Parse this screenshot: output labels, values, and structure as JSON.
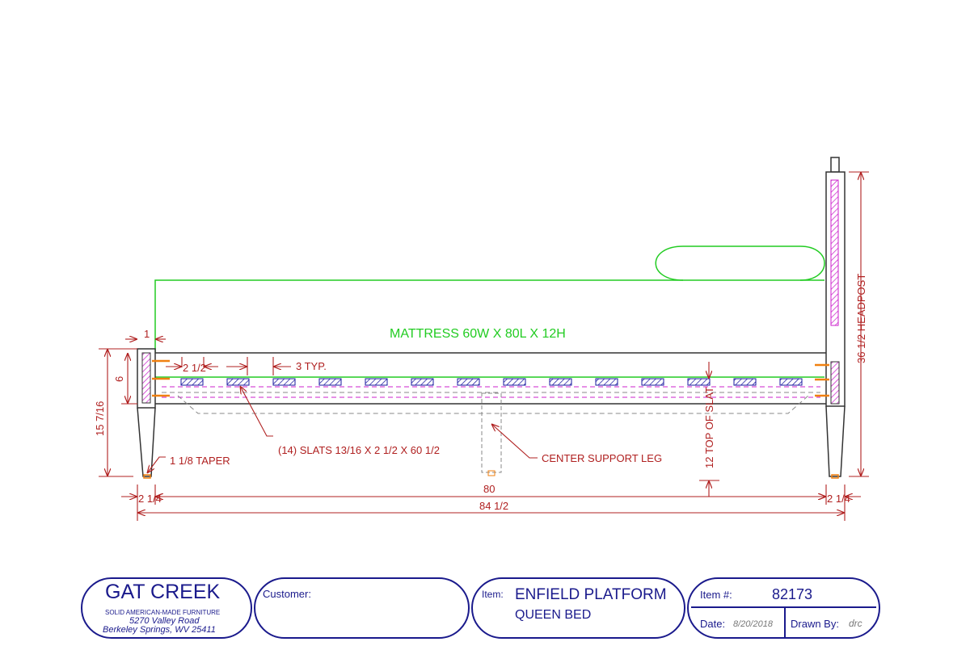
{
  "drawing": {
    "mattress_label": "MATTRESS 60W X 80L X 12H",
    "slat_count": 14,
    "dimensions": {
      "post_width_top": "1",
      "rail_height": "6",
      "footpost_height": "15 7/16",
      "slat_gap": "2 1/2",
      "slat_spacing": "3 TYP.",
      "slats_note": "(14) SLATS 13/16 X 2 1/2 X 60 1/2",
      "taper_note": "1 1/8 TAPER",
      "center_leg_note": "CENTER SUPPORT LEG",
      "slat_top_height": "12 TOP OF SLAT",
      "headpost_height": "36 1/2 HEADPOST",
      "left_post_width": "2 1/4",
      "right_post_width": "2 1/4",
      "inner_length": "80",
      "overall_length": "84 1/2"
    },
    "colors": {
      "dimension": "#b02020",
      "mattress": "#22cc22",
      "slat": "#1a1aa0",
      "hatch": "#cc22cc",
      "hardware": "#f08010",
      "outline": "#333333"
    }
  },
  "title_block": {
    "company": "GAT CREEK",
    "tagline": "SOLID AMERICAN-MADE FURNITURE",
    "address_line1": "5270 Valley Road",
    "address_line2": "Berkeley Springs, WV  25411",
    "customer_label": "Customer:",
    "customer_value": "",
    "item_label": "Item:",
    "item_name_line1": "ENFIELD PLATFORM",
    "item_name_line2": "QUEEN BED",
    "item_number_label": "Item #:",
    "item_number": "82173",
    "date_label": "Date:",
    "date_value": "8/20/2018",
    "drawn_by_label": "Drawn By:",
    "drawn_by_value": "drc"
  }
}
